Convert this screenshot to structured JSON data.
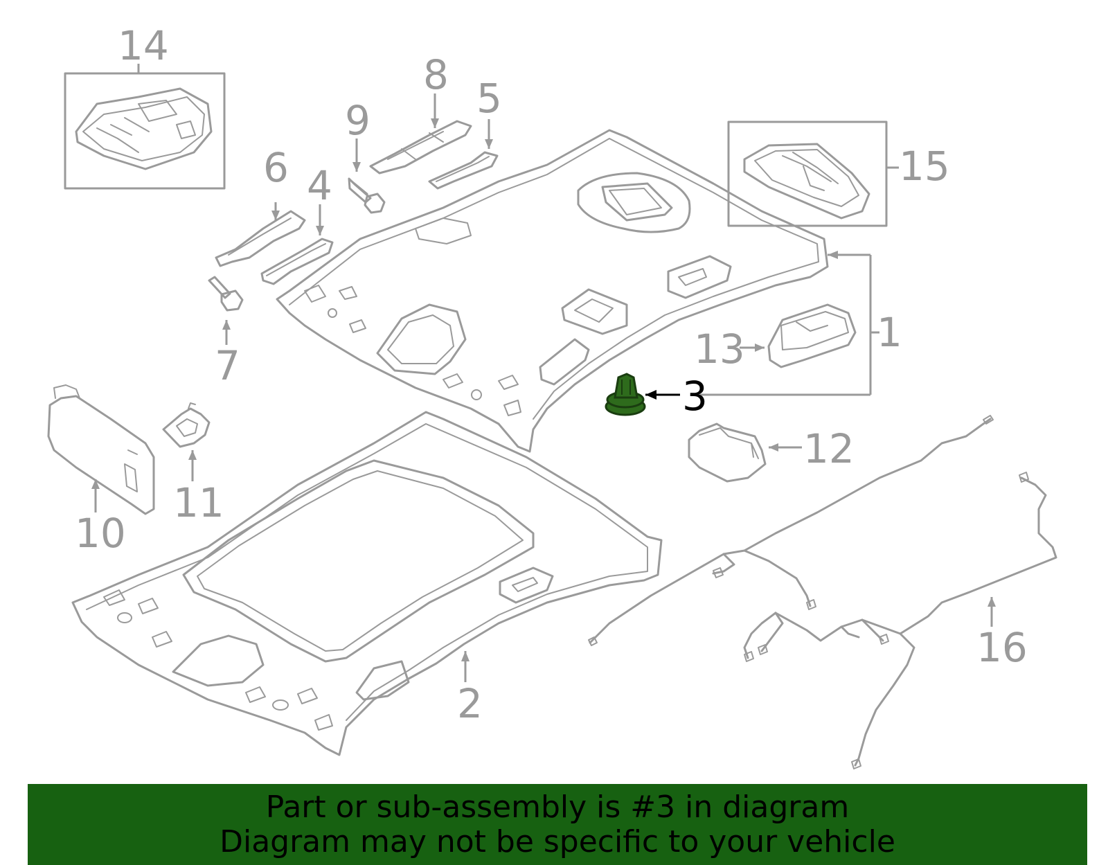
{
  "callouts": {
    "c1": "1",
    "c2": "2",
    "c3": "3",
    "c4": "4",
    "c5": "5",
    "c6": "6",
    "c7": "7",
    "c8": "8",
    "c9": "9",
    "c10": "10",
    "c11": "11",
    "c12": "12",
    "c13": "13",
    "c14": "14",
    "c15": "15",
    "c16": "16"
  },
  "highlight": {
    "part": "3",
    "color": "#2e6b1c"
  },
  "colors": {
    "line": "#9a9a9a",
    "banner_bg": "#176111",
    "banner_text": "#000000"
  },
  "banner": {
    "line1": "Part or sub-assembly is #3 in diagram",
    "line2": "Diagram may not be specific to your vehicle"
  }
}
